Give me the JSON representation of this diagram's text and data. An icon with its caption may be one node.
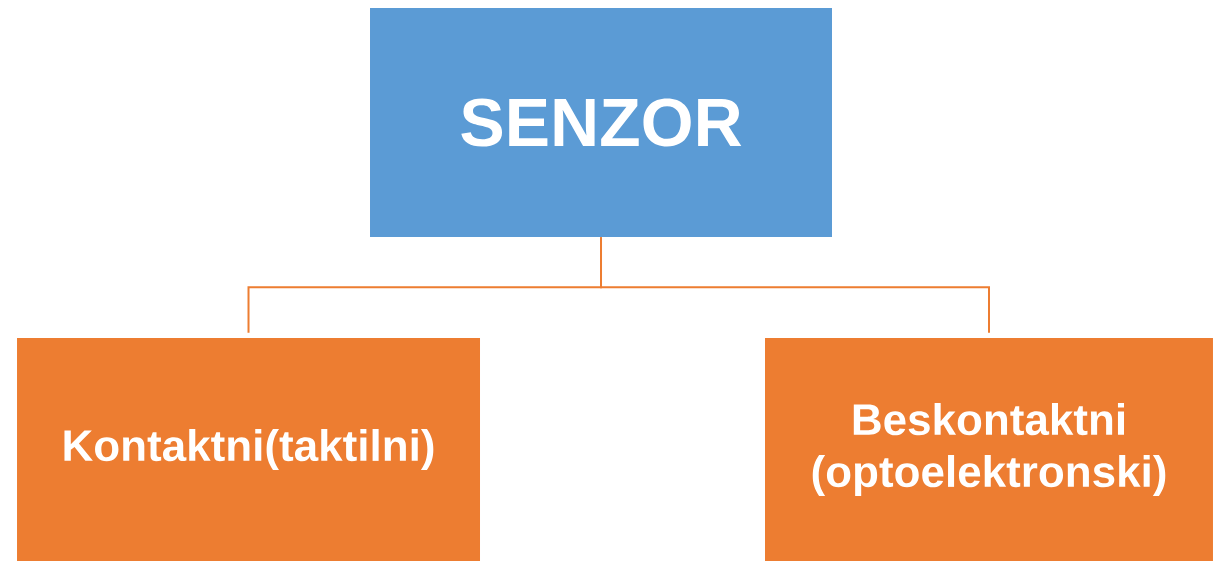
{
  "diagram": {
    "nodes": [
      {
        "text": [
          "SENZOR"
        ]
      },
      {
        "text": [
          "Kontaktni(taktilni)"
        ]
      },
      {
        "text": [
          "Beskontaktni (optoelektronski)"
        ]
      }
    ],
    "edges": [
      {
        "from": 0,
        "to": 1,
        "arrow": "none"
      },
      {
        "from": 0,
        "to": 2,
        "arrow": "none"
      }
    ]
  }
}
